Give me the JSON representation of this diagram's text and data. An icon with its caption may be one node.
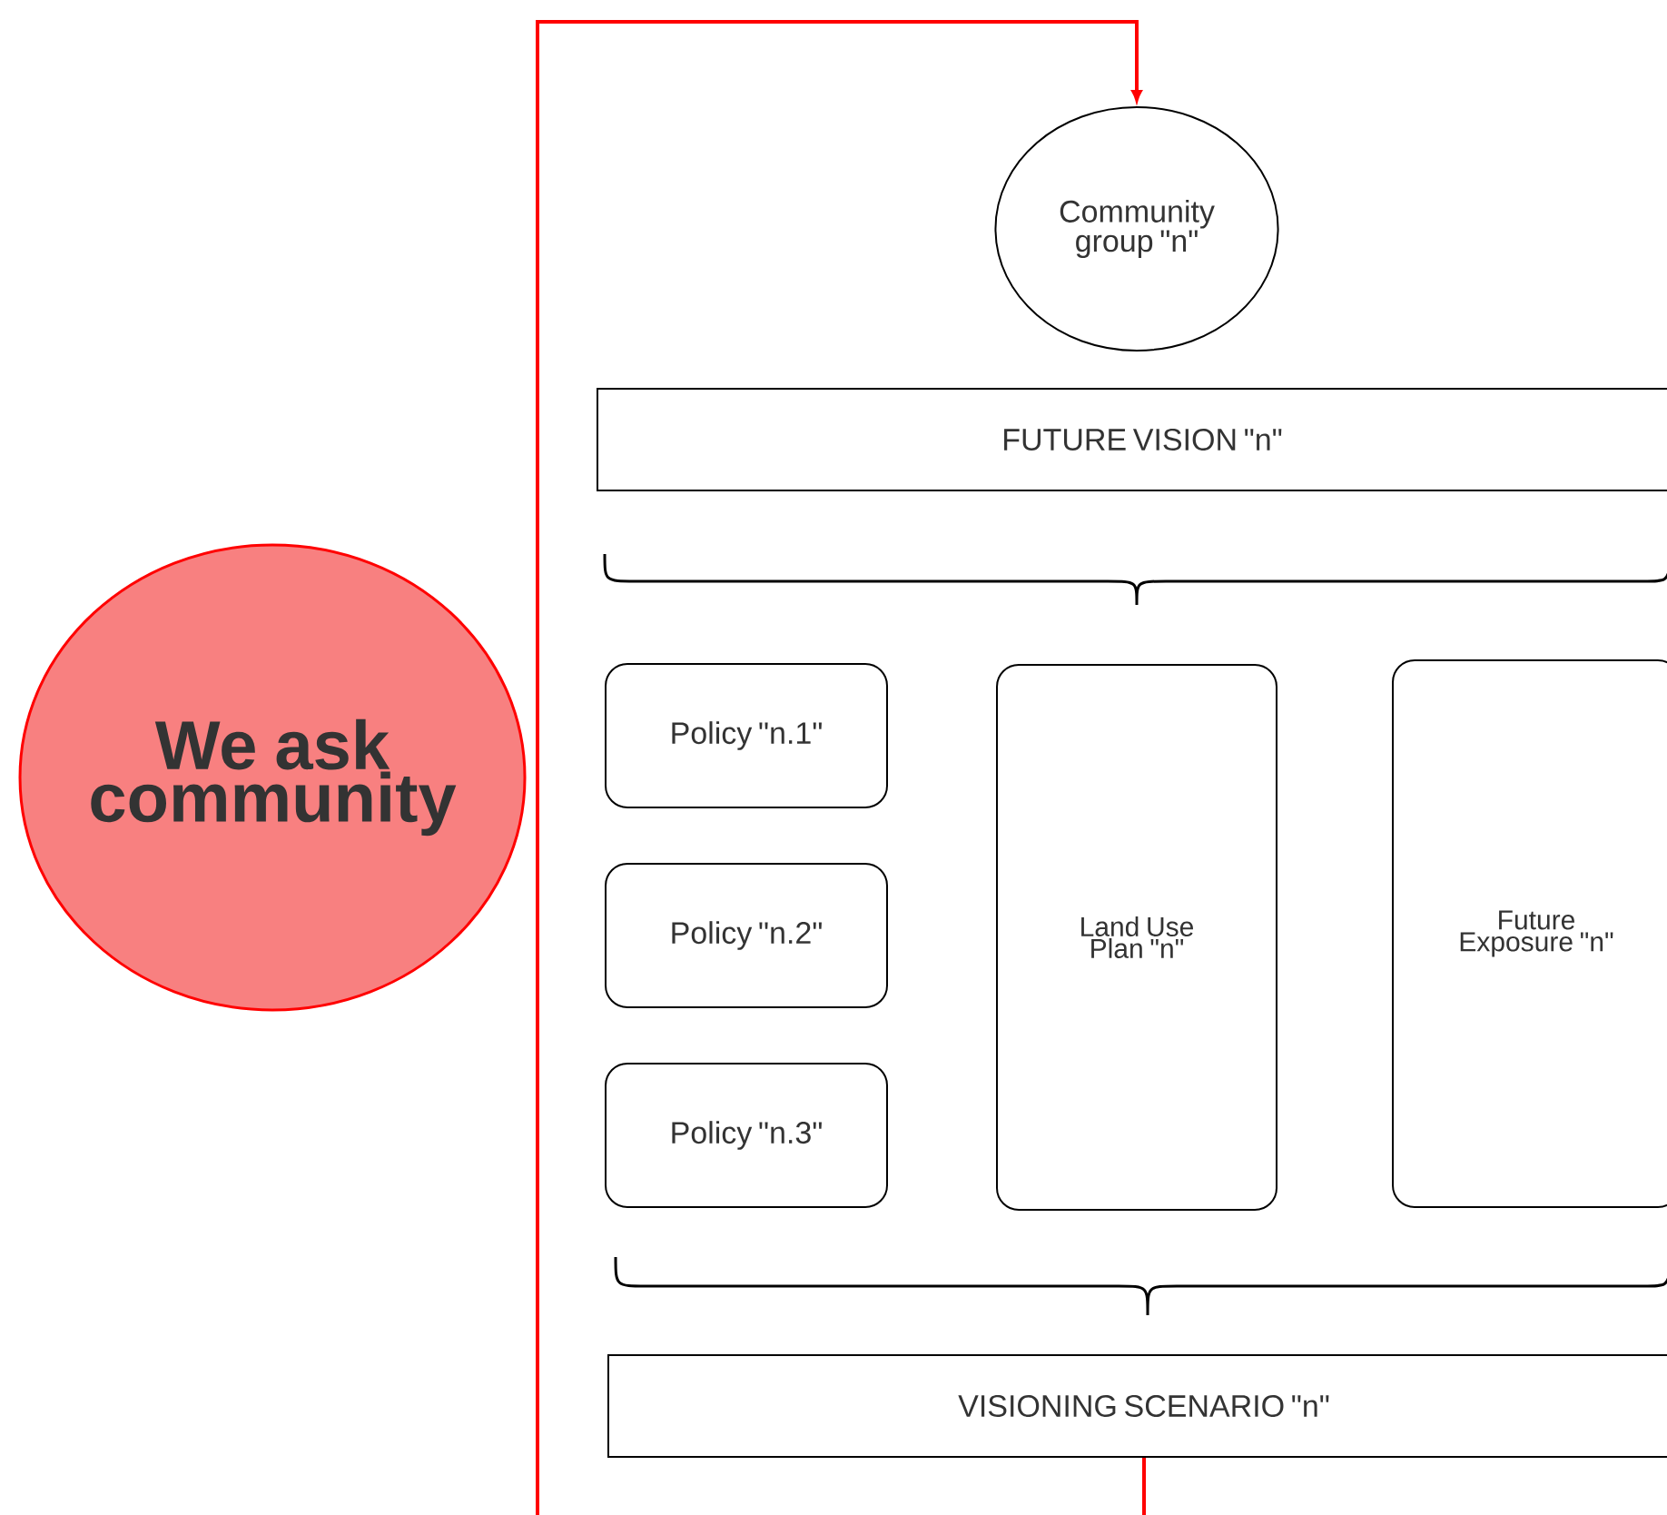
{
  "diagram": {
    "nodes": [
      {
        "text": [
          "We ask community"
        ]
      },
      {
        "text": [
          "Community group \"n\""
        ]
      },
      {
        "text": [
          "FUTURE VISION \"n\""
        ]
      },
      {
        "text": [
          "Policy \"n.1\""
        ]
      },
      {
        "text": [
          "Policy \"n.2\""
        ]
      },
      {
        "text": [
          "Policy \"n.3\""
        ]
      },
      {
        "text": [
          "Land Use Plan \"n\""
        ]
      },
      {
        "text": [
          "Future Exposure \"n\""
        ]
      },
      {
        "text": [
          "VISIONING SCENARIO \"n\""
        ]
      }
    ],
    "edges": [
      {
        "from": 8,
        "to": 1,
        "arrow": "to",
        "color": "#ff0000"
      }
    ]
  }
}
